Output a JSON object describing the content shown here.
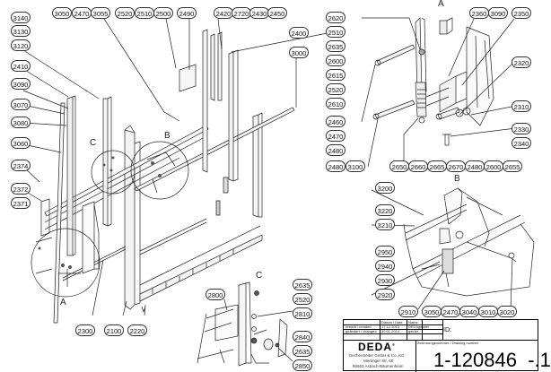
{
  "drawing": {
    "detail_labels": {
      "A_main": "A",
      "A_detail": "A",
      "B_main": "B",
      "B_detail": "B",
      "C_main": "C",
      "C_detail": "C"
    },
    "callouts": {
      "top_left_row": [
        "3050",
        "2470",
        "3055"
      ],
      "top_mid_row": [
        "2520",
        "2510",
        "2500"
      ],
      "top_2490": "2490",
      "top_right_row": [
        "2420",
        "2720",
        "2430",
        "2450"
      ],
      "right_2400": "2400",
      "right_3000": "3000",
      "left_column": [
        "3140",
        "3130",
        "3120",
        "2410",
        "3090",
        "3070",
        "3080",
        "3060",
        "2374",
        "2372",
        "2371"
      ],
      "bottom_main": [
        "2300",
        "2100",
        "2220"
      ],
      "detail_A_left": [
        "2620",
        "2510",
        "2635",
        "2600",
        "2615",
        "2520",
        "2610",
        "2460",
        "2470",
        "2480"
      ],
      "detail_A_bottom_left": [
        "2480",
        "3100"
      ],
      "detail_A_top_right": [
        "2360",
        "3090",
        "2350"
      ],
      "detail_A_right": [
        "2320",
        "2310",
        "2330",
        "2340"
      ],
      "detail_A_bottom": [
        "2650",
        "2660",
        "2665",
        "2670",
        "2480",
        "2600",
        "2655"
      ],
      "detail_B_left": [
        "3200",
        "3220",
        "3210",
        "2950",
        "2940",
        "2930",
        "2920"
      ],
      "detail_B_bottom": [
        "2910",
        "3050",
        "2470",
        "3040",
        "3010",
        "3020"
      ],
      "detail_C_left": "2800",
      "detail_C_right": [
        "2635",
        "2520",
        "2810",
        "2840",
        "2635",
        "2850"
      ]
    }
  },
  "title_block": {
    "col_date_header": "Datum / Date",
    "col_name_header": "Name",
    "row_created_label": "erstellt / created",
    "row_created_date": "17.12.2013",
    "row_created_name": "DEDAgeldter",
    "row_changed_label": "geändert / changed",
    "row_changed_date": "30.01.2014",
    "row_changed_name": "gelder",
    "id_label": "ID:",
    "logo_text": "DEDA",
    "logo_registered": "®",
    "company_name": "Dechentreiter GmbH & Co. KG",
    "company_street": "Mertinger Str. 60",
    "company_city": "86663 Asbach-Bäumenheim",
    "drawing_number_label": "Zeichnungsnummer / Drawing number",
    "drawing_number": "1-120846",
    "revision": "-.1"
  }
}
